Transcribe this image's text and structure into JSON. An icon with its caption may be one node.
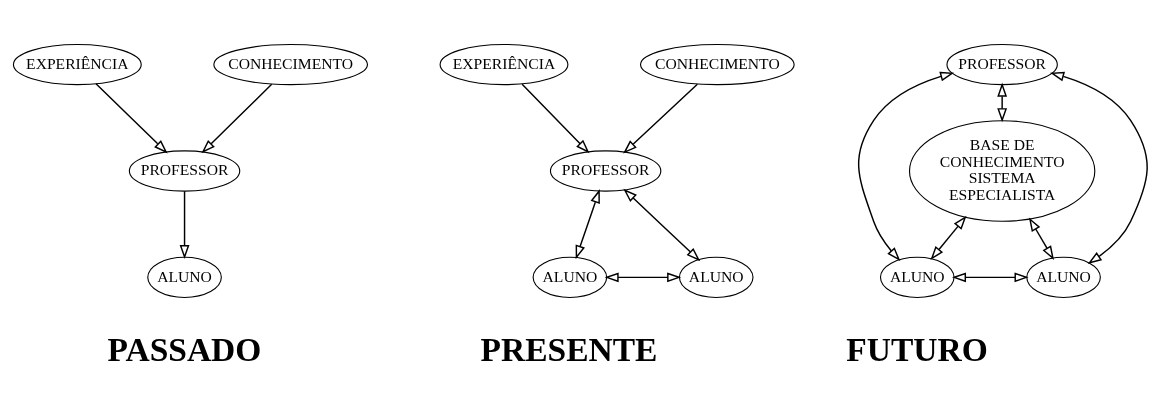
{
  "diagram": {
    "nodes": [
      {
        "text": [
          "EXPERIÊNCIA"
        ]
      },
      {
        "text": [
          "CONHECIMENTO"
        ]
      },
      {
        "text": [
          "PROFESSOR"
        ]
      },
      {
        "text": [
          "ALUNO"
        ]
      },
      {
        "text": [
          "EXPERIÊNCIA"
        ]
      },
      {
        "text": [
          "CONHECIMENTO"
        ]
      },
      {
        "text": [
          "PROFESSOR"
        ]
      },
      {
        "text": [
          "ALUNO"
        ]
      },
      {
        "text": [
          "ALUNO"
        ]
      },
      {
        "text": [
          "PROFESSOR"
        ]
      },
      {
        "text": [
          "BASE DE CONHECIMENTO SISTEMA ESPECIALISTA"
        ]
      },
      {
        "text": [
          "ALUNO"
        ]
      },
      {
        "text": [
          "ALUNO"
        ]
      }
    ],
    "edges": [
      {
        "from": 0,
        "to": 2,
        "arrow": "to"
      },
      {
        "from": 1,
        "to": 2,
        "arrow": "to"
      },
      {
        "from": 2,
        "to": 3,
        "arrow": "to"
      },
      {
        "from": 4,
        "to": 6,
        "arrow": "to"
      },
      {
        "from": 5,
        "to": 6,
        "arrow": "to"
      },
      {
        "from": 6,
        "to": 7,
        "arrow": "both"
      },
      {
        "from": 6,
        "to": 8,
        "arrow": "both"
      },
      {
        "from": 7,
        "to": 8,
        "arrow": "both"
      },
      {
        "from": 9,
        "to": 10,
        "arrow": "both"
      },
      {
        "from": 9,
        "to": 11,
        "arrow": "both"
      },
      {
        "from": 9,
        "to": 12,
        "arrow": "both"
      },
      {
        "from": 10,
        "to": 11,
        "arrow": "both"
      },
      {
        "from": 10,
        "to": 12,
        "arrow": "both"
      },
      {
        "from": 11,
        "to": 12,
        "arrow": "both"
      }
    ],
    "labels": [
      "PASSADO",
      "PRESENTE",
      "FUTURO"
    ]
  }
}
